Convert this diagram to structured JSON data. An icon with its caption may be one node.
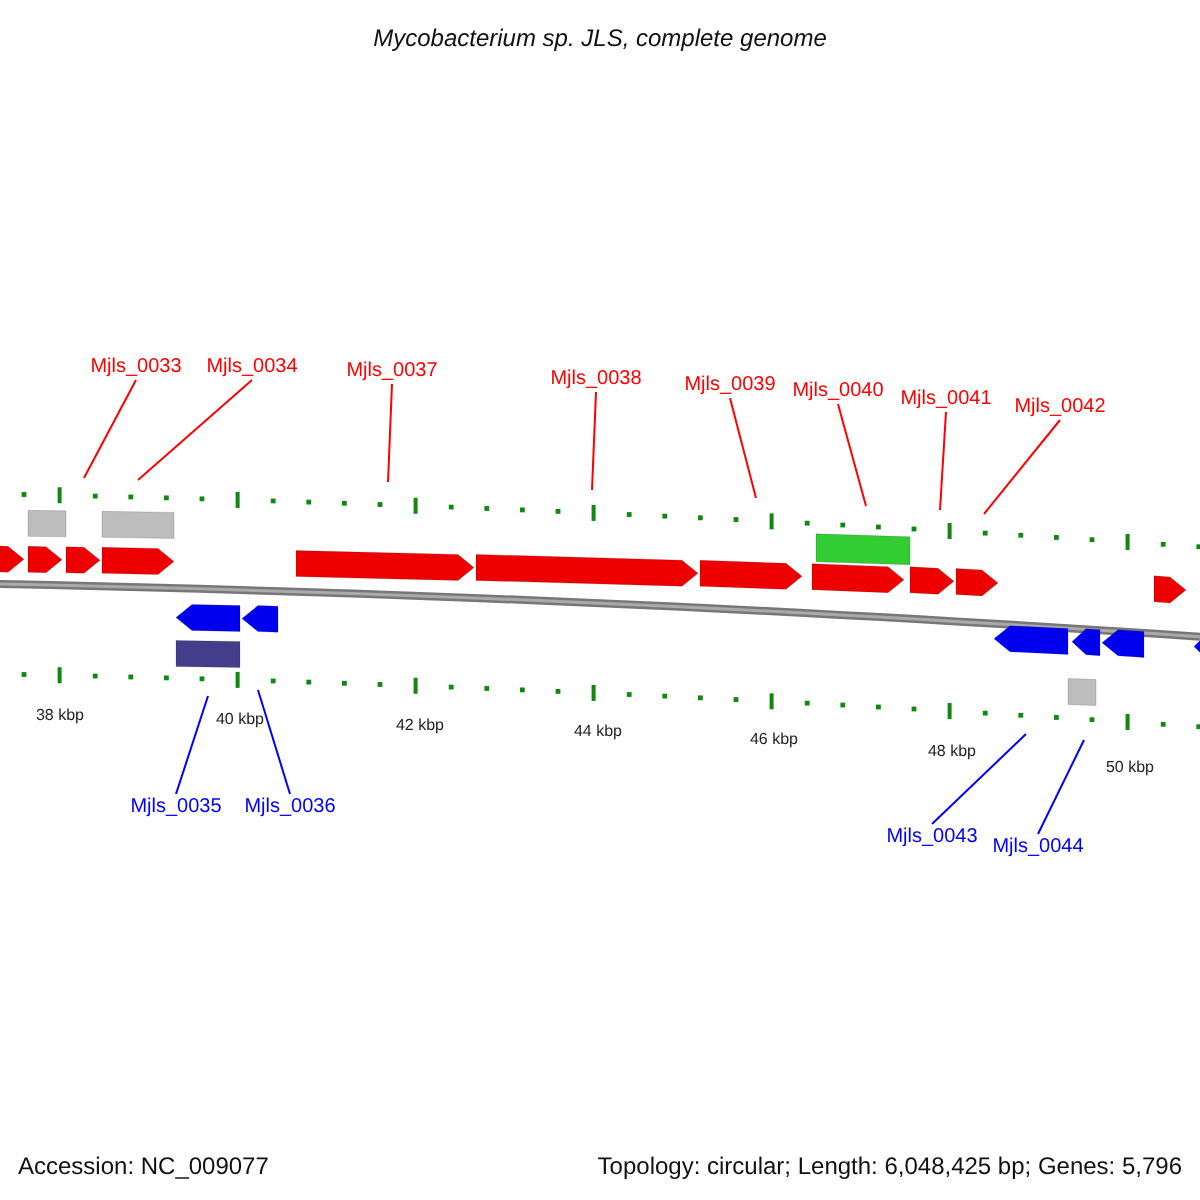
{
  "diagram": {
    "title": "Mycobacterium sp. JLS, complete genome",
    "nodes": [
      {
        "text": [
          "Mjls_0033"
        ]
      },
      {
        "text": [
          "Mjls_0034"
        ]
      },
      {
        "text": [
          "Mjls_0037"
        ]
      },
      {
        "text": [
          "Mjls_0038"
        ]
      },
      {
        "text": [
          "Mjls_0039"
        ]
      },
      {
        "text": [
          "Mjls_0040"
        ]
      },
      {
        "text": [
          "Mjls_0041"
        ]
      },
      {
        "text": [
          "Mjls_0042"
        ]
      },
      {
        "text": [
          "Mjls_0035"
        ]
      },
      {
        "text": [
          "Mjls_0036"
        ]
      },
      {
        "text": [
          "Mjls_0043"
        ]
      },
      {
        "text": [
          "Mjls_0044"
        ]
      }
    ],
    "edges": [
      {
        "from": 0,
        "to": null,
        "arrow": "none"
      },
      {
        "from": 1,
        "to": null,
        "arrow": "none"
      },
      {
        "from": 2,
        "to": null,
        "arrow": "none"
      },
      {
        "from": 3,
        "to": null,
        "arrow": "none"
      },
      {
        "from": 4,
        "to": null,
        "arrow": "none"
      },
      {
        "from": 5,
        "to": null,
        "arrow": "none"
      },
      {
        "from": 6,
        "to": null,
        "arrow": "none"
      },
      {
        "from": 7,
        "to": null,
        "arrow": "none"
      },
      {
        "from": 8,
        "to": null,
        "arrow": "none",
        "color": "#0000ff"
      },
      {
        "from": 9,
        "to": null,
        "arrow": "none",
        "color": "#0000ff"
      },
      {
        "from": 10,
        "to": null,
        "arrow": "none",
        "color": "#0000ff"
      },
      {
        "from": 11,
        "to": null,
        "arrow": "none",
        "color": "#0000ff"
      }
    ],
    "labels": [
      "38 kbp",
      "40 kbp",
      "42 kbp",
      "44 kbp",
      "46 kbp",
      "48 kbp",
      "50 kbp",
      "Accession: NC_009077",
      "Topology: circular; Length: 6,048,425 bp; Genes: 5,796"
    ]
  }
}
